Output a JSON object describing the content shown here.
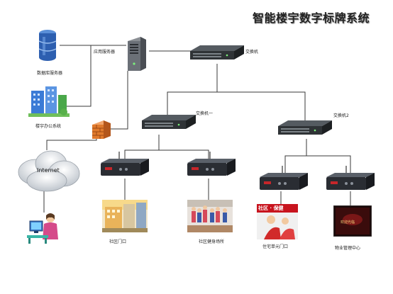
{
  "title": "智能楼宇数字标牌系统",
  "nodes": {
    "db_server": "数据库服务器",
    "app_server": "应用服务器",
    "office_system": "楼宇办公系统",
    "internet": "Internet",
    "core_switch": "交换机",
    "switch_1": "交换机一",
    "switch_2": "交换机2",
    "community_gate": "社区门口",
    "community_gym": "社区健身场所",
    "residential_entrance": "住宅单元门口",
    "property_center": "物业管理中心"
  },
  "photo_signage": {
    "banner_text": "社区 · 保健",
    "screen_text": "欢迎光临"
  },
  "colors": {
    "wire": "#3a3a3a",
    "switch_body": "#2f3336",
    "player_body": "#2a2d33",
    "firewall": "#e07a2c",
    "db_blue": "#2d5fb0",
    "building_blue": "#3b7bd6",
    "building_green": "#4aa84a"
  }
}
